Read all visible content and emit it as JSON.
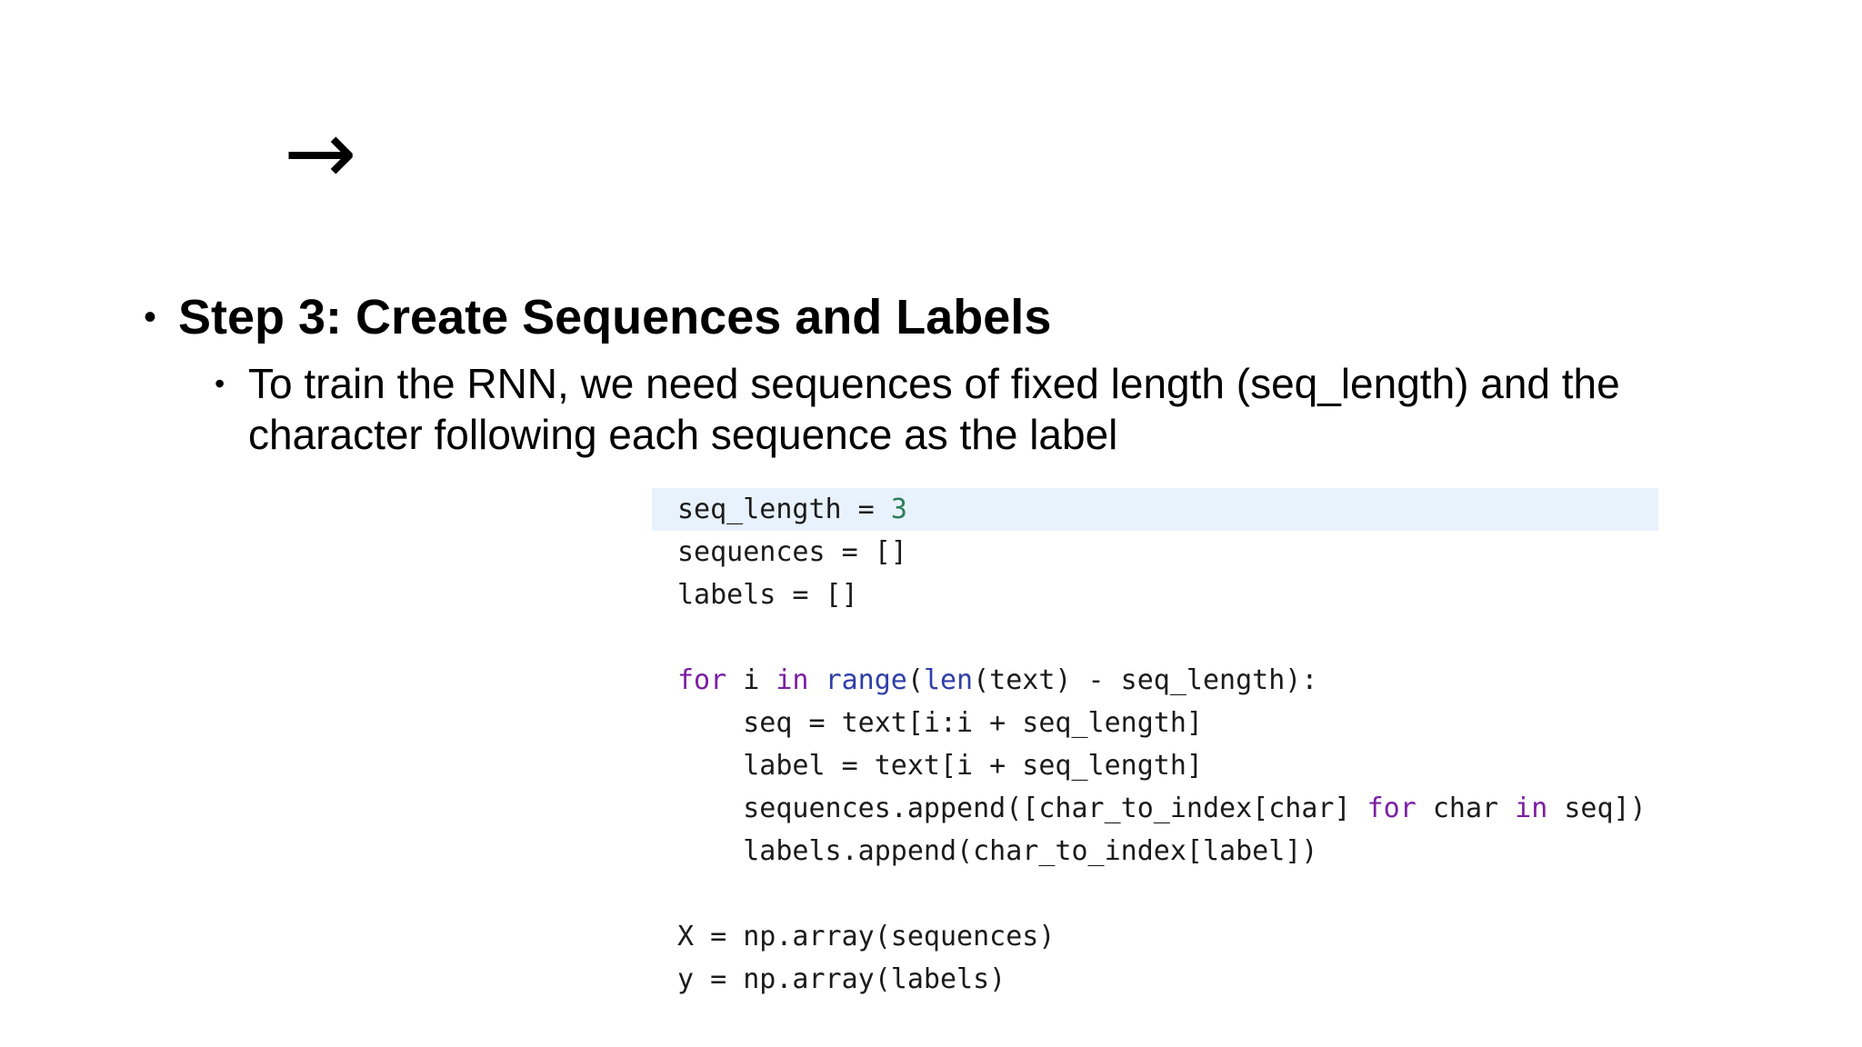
{
  "arrow_symbol": "→",
  "bullets": {
    "level1": {
      "marker": "•",
      "text": "Step 3: Create Sequences and Labels"
    },
    "level2": {
      "marker": "•",
      "line1": "To train the RNN, we need sequences of fixed length (seq_length) and the",
      "line2": "character following each sequence as the label"
    }
  },
  "code": {
    "highlight_color": "#e8f2fd",
    "keyword_color": "#7b1fa2",
    "builtin_color": "#2f3fa8",
    "number_color": "#2e7d59",
    "lines": [
      [
        {
          "t": "seq_length = ",
          "c": ""
        },
        {
          "t": "3",
          "c": "num"
        }
      ],
      [
        {
          "t": "sequences = []",
          "c": ""
        }
      ],
      [
        {
          "t": "labels = []",
          "c": ""
        }
      ],
      [
        {
          "t": "",
          "c": ""
        }
      ],
      [
        {
          "t": "for",
          "c": "kw"
        },
        {
          "t": " i ",
          "c": ""
        },
        {
          "t": "in",
          "c": "kw"
        },
        {
          "t": " ",
          "c": ""
        },
        {
          "t": "range",
          "c": "bi"
        },
        {
          "t": "(",
          "c": ""
        },
        {
          "t": "len",
          "c": "bi"
        },
        {
          "t": "(text) - seq_length):",
          "c": ""
        }
      ],
      [
        {
          "t": "    seq = text[i:i + seq_length]",
          "c": ""
        }
      ],
      [
        {
          "t": "    label = text[i + seq_length]",
          "c": ""
        }
      ],
      [
        {
          "t": "    sequences.append([char_to_index[char] ",
          "c": ""
        },
        {
          "t": "for",
          "c": "kw"
        },
        {
          "t": " char ",
          "c": ""
        },
        {
          "t": "in",
          "c": "kw"
        },
        {
          "t": " seq])",
          "c": ""
        }
      ],
      [
        {
          "t": "    labels.append(char_to_index[label])",
          "c": ""
        }
      ],
      [
        {
          "t": "",
          "c": ""
        }
      ],
      [
        {
          "t": "X = np.array(sequences)",
          "c": ""
        }
      ],
      [
        {
          "t": "y = np.array(labels)",
          "c": ""
        }
      ]
    ]
  }
}
